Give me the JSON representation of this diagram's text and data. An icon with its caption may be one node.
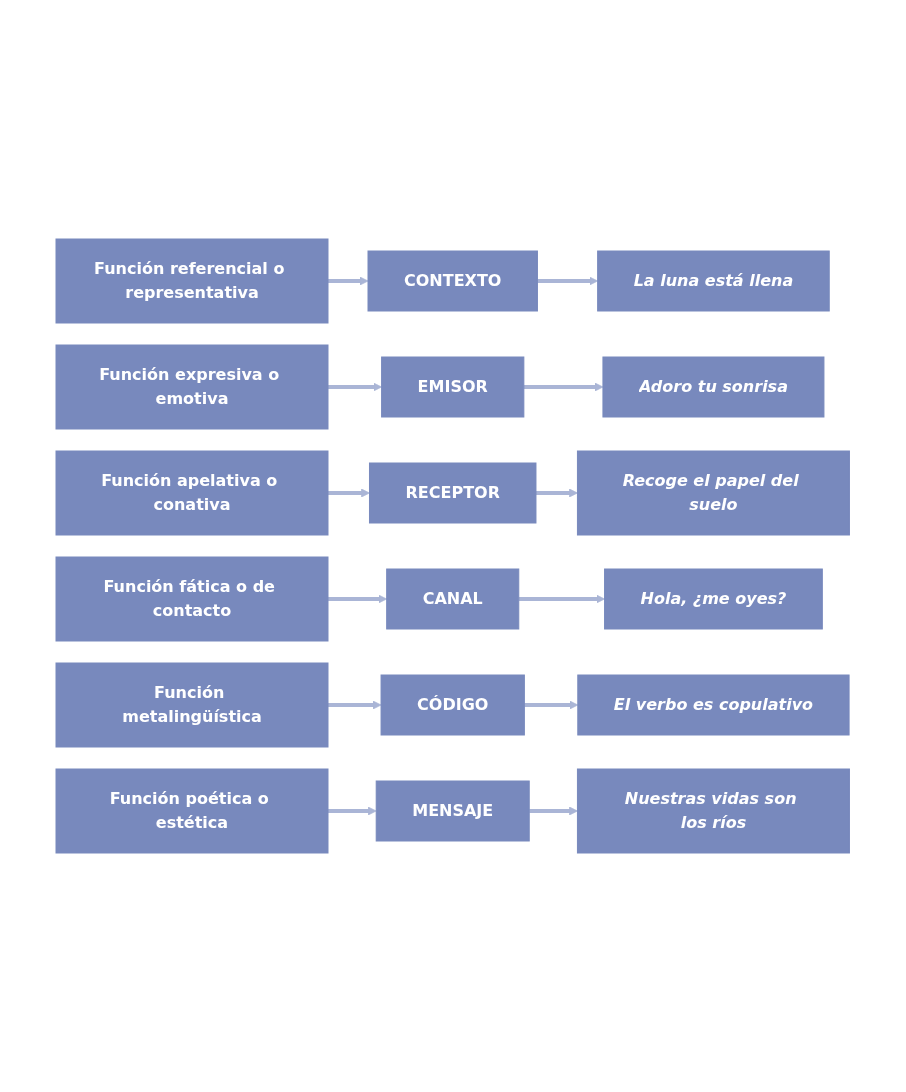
{
  "diagram": {
    "nodes": [
      {
        "text": [
          "Función referencial o representativa"
        ]
      },
      {
        "text": [
          "CONTEXTO"
        ]
      },
      {
        "text": [
          "La luna está llena"
        ]
      },
      {
        "text": [
          "Función expresiva o emotiva"
        ]
      },
      {
        "text": [
          "EMISOR"
        ]
      },
      {
        "text": [
          "Adoro tu sonrisa"
        ]
      },
      {
        "text": [
          "Función apelativa o conativa"
        ]
      },
      {
        "text": [
          "RECEPTOR"
        ]
      },
      {
        "text": [
          "Recoge el papel del suelo"
        ]
      },
      {
        "text": [
          "Función fática o de contacto"
        ]
      },
      {
        "text": [
          "CANAL"
        ]
      },
      {
        "text": [
          "Hola, ¿me oyes?"
        ]
      },
      {
        "text": [
          "Función metalingüística"
        ]
      },
      {
        "text": [
          "CÓDIGO"
        ]
      },
      {
        "text": [
          "El verbo es copulativo"
        ]
      },
      {
        "text": [
          "Función poética o estética"
        ]
      },
      {
        "text": [
          "MENSAJE"
        ]
      },
      {
        "text": [
          "Nuestras vidas son los ríos"
        ]
      }
    ],
    "edges": [
      {
        "from": 0,
        "to": 1,
        "arrow": "to"
      },
      {
        "from": 1,
        "to": 2,
        "arrow": "to"
      },
      {
        "from": 3,
        "to": 4,
        "arrow": "to"
      },
      {
        "from": 4,
        "to": 5,
        "arrow": "to"
      },
      {
        "from": 6,
        "to": 7,
        "arrow": "to"
      },
      {
        "from": 7,
        "to": 8,
        "arrow": "to"
      },
      {
        "from": 9,
        "to": 10,
        "arrow": "to"
      },
      {
        "from": 10,
        "to": 11,
        "arrow": "to"
      },
      {
        "from": 12,
        "to": 13,
        "arrow": "to"
      },
      {
        "from": 13,
        "to": 14,
        "arrow": "to"
      },
      {
        "from": 15,
        "to": 16,
        "arrow": "to"
      },
      {
        "from": 16,
        "to": 17,
        "arrow": "to"
      }
    ]
  }
}
